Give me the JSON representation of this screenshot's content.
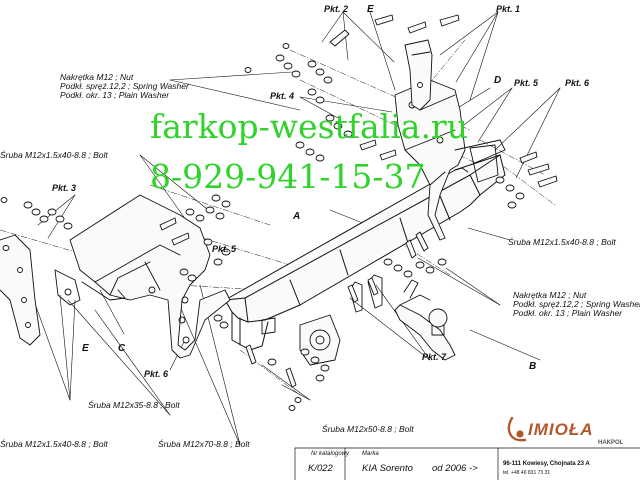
{
  "watermark": {
    "site": "farkop-westfalia.ru",
    "phone": "8-929-941-15-37",
    "color": "#2fd32a"
  },
  "parts": {
    "A": "A",
    "B": "B",
    "C": "C",
    "D": "D",
    "E_top": "E",
    "E_left": "E"
  },
  "points": {
    "pkt1": "Pkt. 1",
    "pkt2": "Pkt. 2",
    "pkt3": "Pkt. 3",
    "pkt4": "Pkt. 4",
    "pkt5_top": "Pkt. 5",
    "pkt5_mid": "Pkt. 5",
    "pkt6_right": "Pkt. 6",
    "pkt6_left": "Pkt. 6",
    "pkt7": "Pkt. 7"
  },
  "labels": {
    "nut_tl_1": "Nakrętka  M12 ; Nut",
    "nut_tl_2": "Podkł. spręż.12,2 ; Spring Washer",
    "nut_tl_3": "Podkł. okr. 13 ; Plain Washer",
    "bolt_m12x15_left_top": "Śruba M12x1.5x40-8.8 ;  Bolt",
    "bolt_m12x15_right": "Śruba M12x1.5x40-8.8 ;  Bolt",
    "nut_r_1": "Nakrętka  M12 ; Nut",
    "nut_r_2": "Podkł. spręż.12,2 ; Spring Washer",
    "nut_r_3": "Podkł. okr. 13 ; Plain Washer",
    "bolt_m12x35": "Śruba M12x35-8.8 ;  Bolt",
    "bolt_m12x50": "Śruba M12x50-8.8 ;  Bolt",
    "bolt_m12x15_bottom": "Śruba M12x1.5x40-8.8 ;  Bolt",
    "bolt_m12x70": "Śruba M12x70-8.8 ;  Bolt"
  },
  "titleblock": {
    "catalog_header": "Nr katalogowy",
    "marka_header": "Marka",
    "catalog_no": "K/022",
    "vehicle": "KIA Sorento",
    "year": "od  2006 ->",
    "brand": "IMIOŁA",
    "brand_sub": "HAKPOL",
    "address": "96-111 Kowiesy, Chojnata 23 A",
    "tel": "tel. +48 46 831 73 31",
    "brand_color": "#b5562a"
  }
}
